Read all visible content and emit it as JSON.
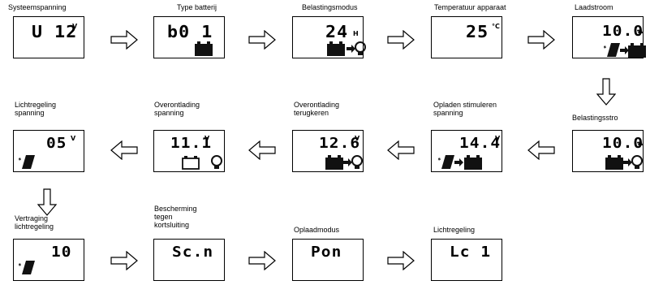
{
  "steps": [
    {
      "caption": "Systeemspanning",
      "value": "U 12",
      "unit": "V"
    },
    {
      "caption": "Type batterij",
      "value": "b0 1",
      "unit": ""
    },
    {
      "caption": "Belastingsmodus",
      "value": "24",
      "unit": "H"
    },
    {
      "caption": "Temperatuur apparaat",
      "value": "25",
      "unit": "°C"
    },
    {
      "caption": "Laadstroom",
      "value": "10.0",
      "unit": "A"
    },
    {
      "caption": "Belastingsstro",
      "value": "10.0",
      "unit": "A"
    },
    {
      "caption": "Opladen stimuleren\nspanning",
      "value": "14.4",
      "unit": "V"
    },
    {
      "caption": "Overontlading\nterugkeren",
      "value": "12.6",
      "unit": "V"
    },
    {
      "caption": "Overontlading\nspanning",
      "value": "11.1",
      "unit": "V"
    },
    {
      "caption": "Lichtregeling\nspanning",
      "value": "05",
      "unit": "V"
    },
    {
      "caption": "Vertraging\nlichtregeling",
      "value": "10",
      "unit": ""
    },
    {
      "caption": "Bescherming\ntegen\nkortsluiting",
      "value": "Sc.n",
      "unit": ""
    },
    {
      "caption": "Oplaadmodus",
      "value": "Pon",
      "unit": ""
    },
    {
      "caption": "Lichtregeling",
      "value": "Lc 1",
      "unit": ""
    }
  ]
}
